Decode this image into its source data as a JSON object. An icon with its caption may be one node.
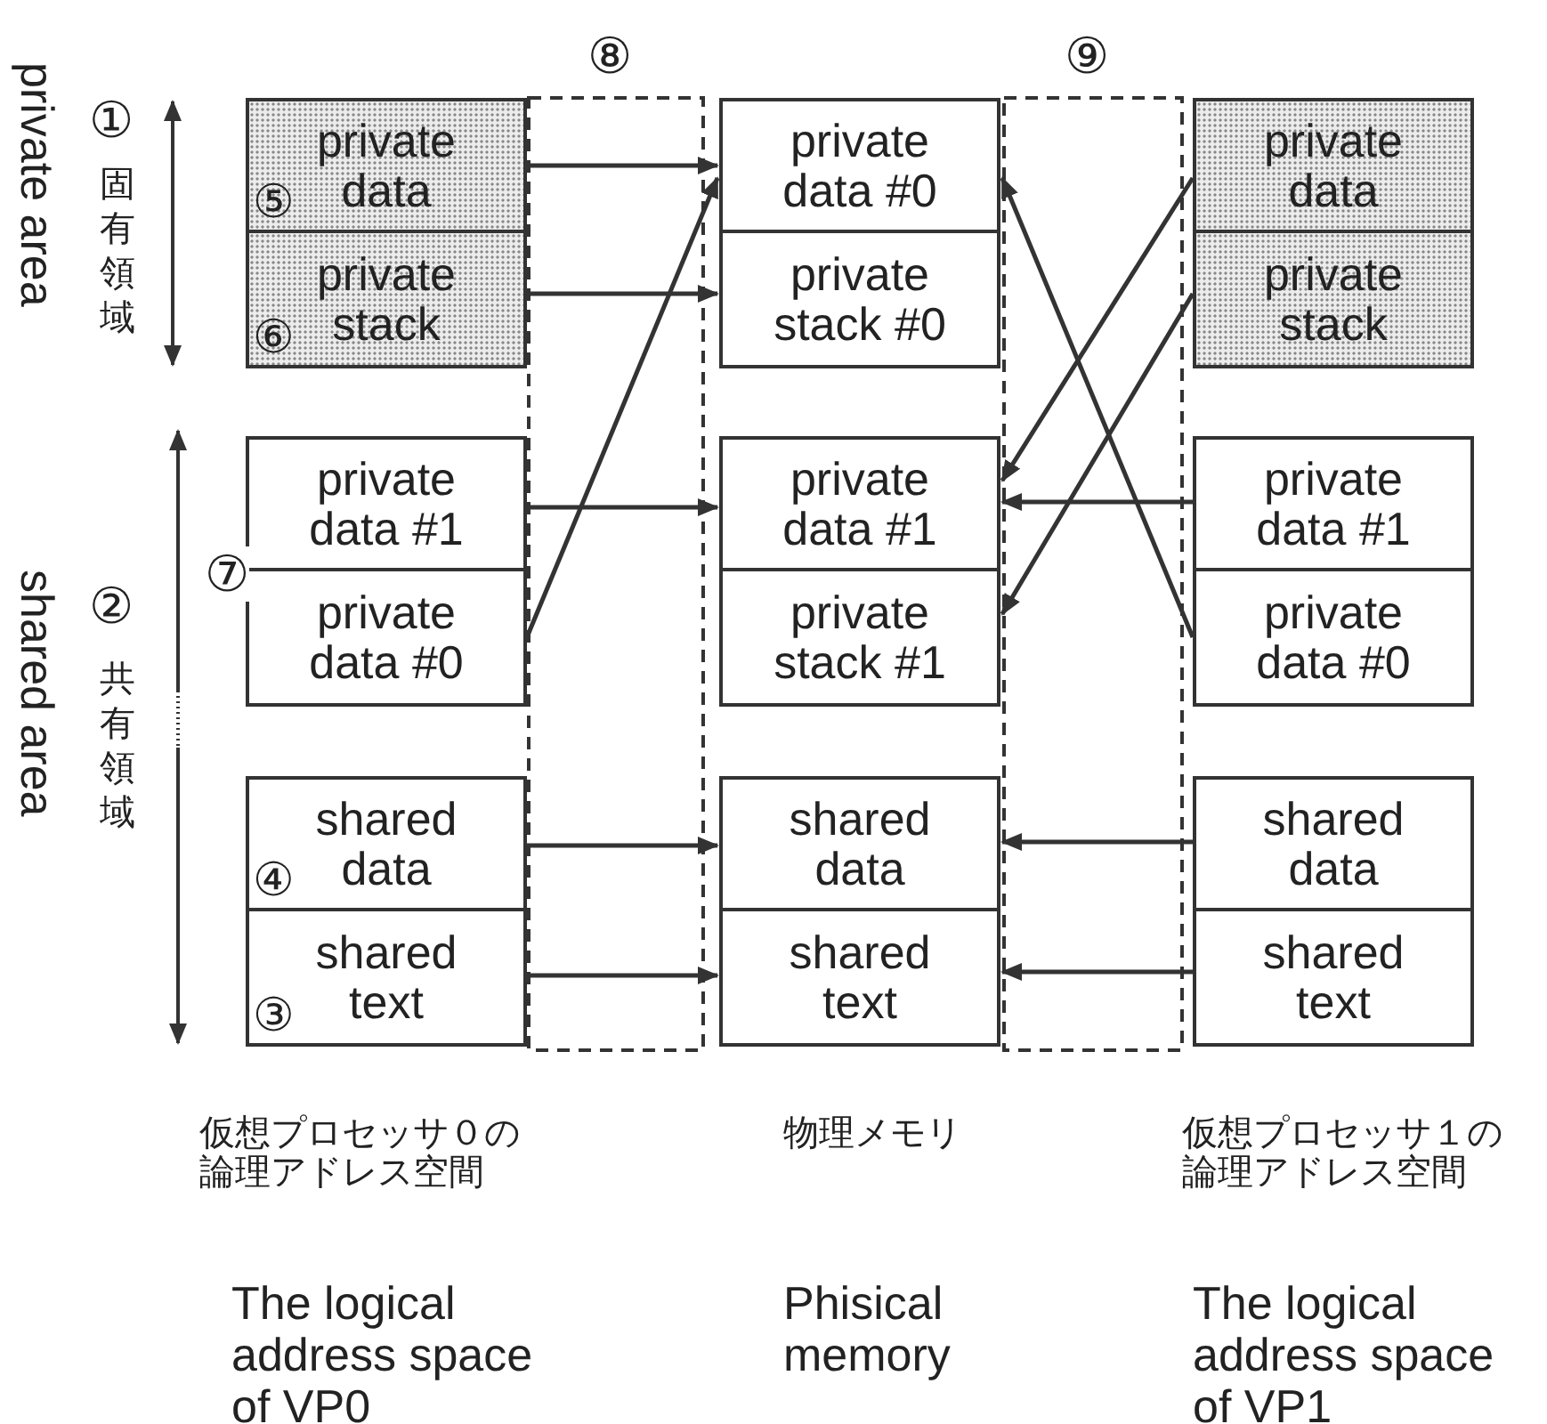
{
  "diagram": {
    "nodes": [
      {
        "text": [
          "⑤",
          "private data"
        ]
      },
      {
        "text": [
          "⑥",
          "private stack"
        ]
      },
      {
        "text": [
          "private data #1"
        ]
      },
      {
        "text": [
          "private data #0"
        ]
      },
      {
        "text": [
          "④",
          "shared data"
        ]
      },
      {
        "text": [
          "③",
          "shared text"
        ]
      },
      {
        "text": [
          "private data #0"
        ]
      },
      {
        "text": [
          "private stack #0"
        ]
      },
      {
        "text": [
          "private data #1"
        ]
      },
      {
        "text": [
          "private stack #1"
        ]
      },
      {
        "text": [
          "shared data"
        ]
      },
      {
        "text": [
          "shared text"
        ]
      },
      {
        "text": [
          "private data"
        ]
      },
      {
        "text": [
          "private stack"
        ]
      },
      {
        "text": [
          "private data #1"
        ]
      },
      {
        "text": [
          "private data #0"
        ]
      },
      {
        "text": [
          "shared data"
        ]
      },
      {
        "text": [
          "shared text"
        ]
      }
    ],
    "edges": [
      {
        "from": 0,
        "to": 6,
        "arrow": "to"
      },
      {
        "from": 1,
        "to": 7,
        "arrow": "to"
      },
      {
        "from": 2,
        "to": 8,
        "arrow": "to"
      },
      {
        "from": 3,
        "to": 6,
        "arrow": "to"
      },
      {
        "from": 4,
        "to": 10,
        "arrow": "to"
      },
      {
        "from": 5,
        "to": 11,
        "arrow": "to"
      },
      {
        "from": 12,
        "to": 8,
        "arrow": "to"
      },
      {
        "from": 13,
        "to": 9,
        "arrow": "to"
      },
      {
        "from": 14,
        "to": 8,
        "arrow": "to"
      },
      {
        "from": 15,
        "to": 6,
        "arrow": "to"
      },
      {
        "from": 16,
        "to": 10,
        "arrow": "to"
      },
      {
        "from": 17,
        "to": 11,
        "arrow": "to"
      }
    ],
    "labels": [
      "⑧",
      "⑨",
      "private area",
      "①",
      "固有領域",
      "shared area",
      "②",
      "共有領域",
      "⑦",
      "仮想プロセッサ０の論理アドレス空間",
      "物理メモリ",
      "仮想プロセッサ１の論理アドレス空間",
      "The logical address space of VP0",
      "Phisical memory",
      "The logical address space of VP1"
    ]
  }
}
